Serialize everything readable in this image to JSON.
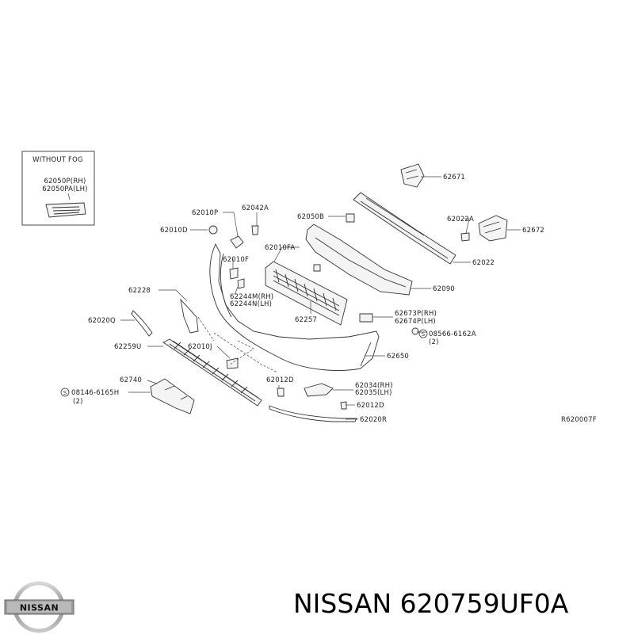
{
  "diagram": {
    "inset_title": "WITHOUT FOG",
    "inset_labels": [
      "62050P(RH)",
      "62050PA(LH)"
    ],
    "labels": {
      "p62671": "62671",
      "p62042A": "62042A",
      "p62010P": "62010P",
      "p62010D": "62010D",
      "p62050B": "62050B",
      "p62022A": "62022A",
      "p62672": "62672",
      "p62010FA": "62010FA",
      "p62022": "62022",
      "p62010F": "62010F",
      "p62090": "62090",
      "p62244M": "62244M(RH)",
      "p62244N": "62244N(LH)",
      "p62228": "62228",
      "p62257": "62257",
      "p62673P": "62673P(RH)",
      "p62674P": "62674P(LH)",
      "p62020Q": "62020Q",
      "p08566": "08566-6162A",
      "p08566q": "(2)",
      "p62259U": "62259U",
      "p62010J": "62010J",
      "p62650": "62650",
      "p62740": "62740",
      "p62012D_a": "62012D",
      "p62034": "62034(RH)",
      "p62035": "62035(LH)",
      "p08146": "08146-6165H",
      "p08146q": "(2)",
      "p62012D_b": "62012D",
      "p62020R": "62020R",
      "ref": "R620007F"
    }
  },
  "footer": {
    "brand": "NISSAN",
    "logo_text": "NISSAN",
    "caption": "NISSAN 620759UF0A"
  }
}
